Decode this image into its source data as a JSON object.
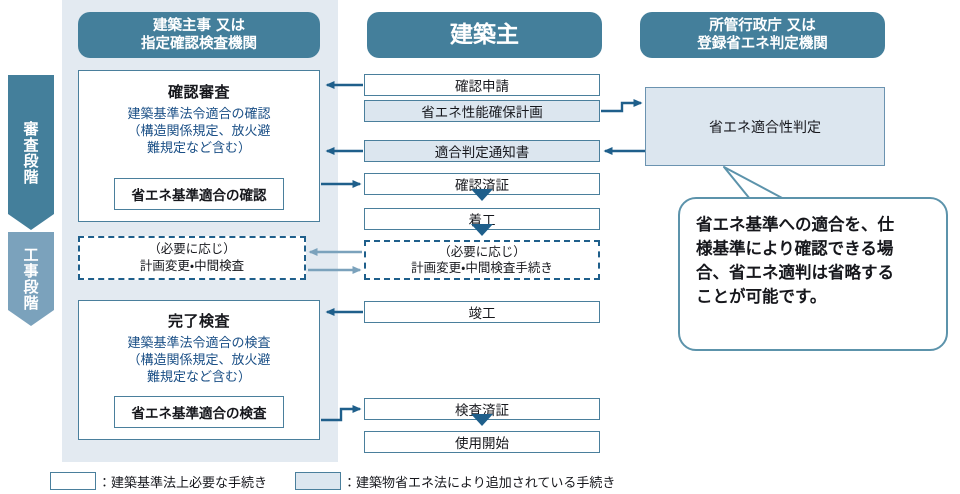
{
  "stages": [
    {
      "id": "shinsa",
      "label": "審査段階",
      "color": "#447f9b"
    },
    {
      "id": "koji",
      "label": "工事段階",
      "color": "#7ba2bc"
    }
  ],
  "columns": {
    "left": {
      "header_line1": "建築主事 又は",
      "header_line2": "指定確認検査機関"
    },
    "center": {
      "header": "建築主"
    },
    "right": {
      "header_line1": "所管行政庁 又は",
      "header_line2": "登録省エネ判定機関"
    }
  },
  "left_boxes": {
    "kakunin": {
      "title": "確認審査",
      "desc_line1": "建築基準法令適合の確認",
      "desc_line2": "（構造関係規定、放火避",
      "desc_line3": "難規定など含む）",
      "inner": "省エネ基準適合の確認"
    },
    "kanryo": {
      "title": "完了検査",
      "desc_line1": "建築基準法令適合の検査",
      "desc_line2": "（構造関係規定、放火避",
      "desc_line3": "難規定など含む）",
      "inner": "省エネ基準適合の検査"
    },
    "dashed": {
      "line1": "（必要に応じ）",
      "line2": "計画変更・中間検査"
    }
  },
  "center_boxes": [
    {
      "id": "shinsei",
      "label": "確認申請",
      "tinted": false
    },
    {
      "id": "keikaku",
      "label": "省エネ性能確保計画",
      "tinted": true
    },
    {
      "id": "tsuchi",
      "label": "適合判定通知書",
      "tinted": true
    },
    {
      "id": "zumi",
      "label": "確認済証",
      "tinted": false
    },
    {
      "id": "chakko",
      "label": "着工",
      "tinted": false
    },
    {
      "id": "shunko",
      "label": "竣工",
      "tinted": false
    },
    {
      "id": "kensazumi",
      "label": "検査済証",
      "tinted": false
    },
    {
      "id": "shiyo",
      "label": "使用開始",
      "tinted": false
    }
  ],
  "center_dashed": {
    "line1": "（必要に応じ）",
    "line2": "計画変更・中間検査手続き"
  },
  "right_box": {
    "label": "省エネ適合性判定"
  },
  "callout": {
    "line1": "省エネ基準への適合を、仕",
    "line2": "様基準により確認できる場",
    "line3": "合、省エネ適判は省略する",
    "line4": "ことが可能です。"
  },
  "legend": [
    {
      "swatch": "white",
      "text": "：建築基準法上必要な手続き"
    },
    {
      "swatch": "tinted",
      "text": "：建築物省エネ法により追加されている手続き"
    }
  ],
  "colors": {
    "dark_teal": "#447f9b",
    "light_teal": "#7ba2bc",
    "panel_gray": "#e3eaf1",
    "tint_blue": "#dce6ef",
    "border_blue": "#4a7f9c",
    "arrow_navy": "#1f5f8b",
    "arrow_light": "#7ba2bc",
    "desc_text": "#1a4f86"
  }
}
